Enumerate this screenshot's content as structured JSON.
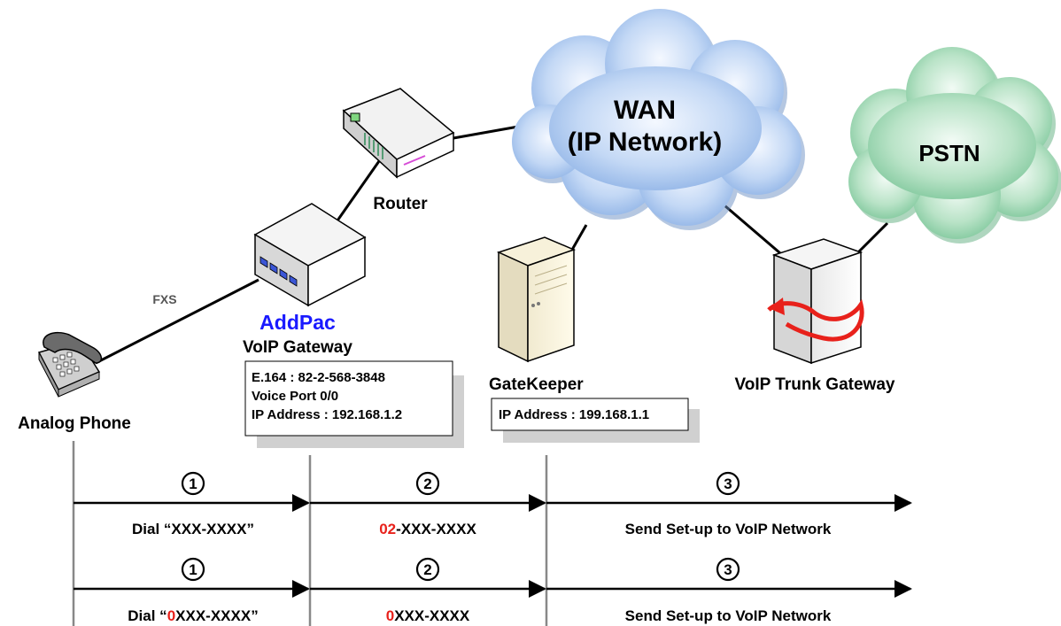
{
  "clouds": {
    "wan": {
      "line1": "WAN",
      "line2": "(IP Network)"
    },
    "pstn": {
      "label": "PSTN"
    }
  },
  "devices": {
    "router": {
      "label": "Router"
    },
    "gateway": {
      "brand": "AddPac",
      "label": "VoIP Gateway",
      "info": [
        "E.164 : 82-2-568-3848",
        "Voice Port 0/0",
        "IP Address : 192.168.1.2"
      ]
    },
    "gatekeeper": {
      "label": "GateKeeper",
      "info": "IP Address : 199.168.1.1"
    },
    "trunk": {
      "label": "VoIP Trunk Gateway"
    },
    "phone": {
      "label": "Analog Phone"
    }
  },
  "link_labels": {
    "fxs": "FXS"
  },
  "flows": [
    {
      "steps": [
        {
          "number": "①",
          "label": {
            "pre": "Dial “",
            "red": "",
            "post": "XXX-XXXX”"
          }
        },
        {
          "number": "②",
          "label": {
            "pre": "",
            "red": "02",
            "post": "-XXX-XXXX"
          }
        },
        {
          "number": "③",
          "label": {
            "pre": "Send Set-up to VoIP Network",
            "red": "",
            "post": ""
          }
        }
      ]
    },
    {
      "steps": [
        {
          "number": "①",
          "label": {
            "pre": "Dial “",
            "red": "0",
            "post": "XXX-XXXX”"
          }
        },
        {
          "number": "②",
          "label": {
            "pre": "",
            "red": "0",
            "post": "XXX-XXXX"
          }
        },
        {
          "number": "③",
          "label": {
            "pre": "Send Set-up to VoIP Network",
            "red": "",
            "post": ""
          }
        }
      ]
    }
  ],
  "colors": {
    "brand": "#1a1aff",
    "highlight": "#e8211b",
    "wan_cloud": "#aecbf0",
    "pstn_cloud": "#a9dcbc"
  }
}
